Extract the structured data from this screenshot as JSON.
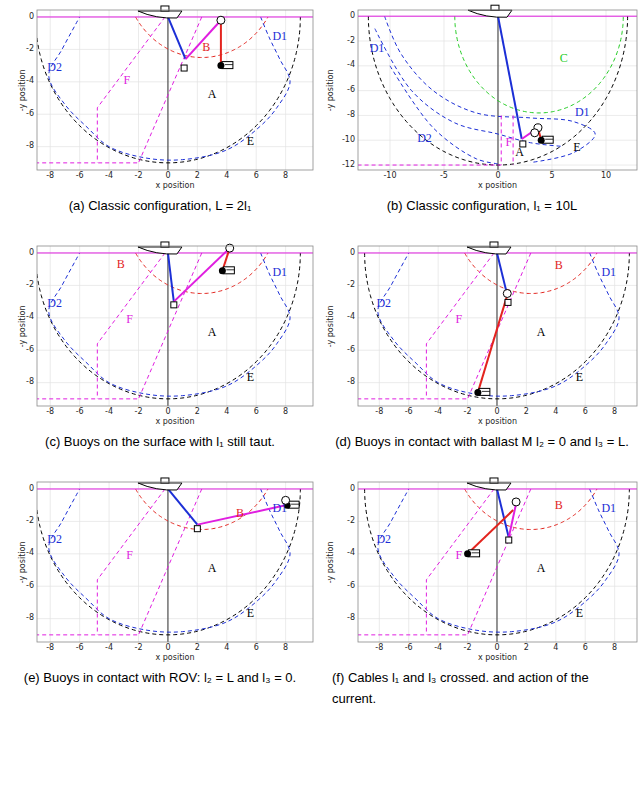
{
  "diagram": {
    "labels": [
      "0",
      "-2",
      "-4",
      "-6",
      "-8",
      "-8",
      "-6",
      "-4",
      "-2",
      "0",
      "2",
      "4",
      "6",
      "8",
      "x position",
      "-y position",
      "B",
      "D1",
      "D2",
      "F",
      "A",
      "E",
      "(a) Classic configuration, L = 2l₁",
      "0",
      "-2",
      "-4",
      "-6",
      "-8",
      "-10",
      "-12",
      "-10",
      "-5",
      "0",
      "5",
      "10",
      "x position",
      "-y position",
      "D1",
      "C",
      "D1",
      "D2",
      "F",
      "A",
      "E",
      "(b) Classic configuration, l₁ = 10L",
      "0",
      "-2",
      "-4",
      "-6",
      "-8",
      "-8",
      "-6",
      "-4",
      "-2",
      "0",
      "2",
      "4",
      "6",
      "8",
      "x position",
      "-y position",
      "B",
      "D1",
      "D2",
      "F",
      "A",
      "E",
      "(c) Buoys on the surface with l₁ still taut.",
      "0",
      "-2",
      "-4",
      "-6",
      "-8",
      "-8",
      "-6",
      "-4",
      "-2",
      "0",
      "2",
      "4",
      "6",
      "8",
      "x position",
      "-y position",
      "B",
      "D1",
      "D2",
      "F",
      "A",
      "E",
      "(d) Buoys in contact with ballast M l₂ = 0 and l₃ = L.",
      "0",
      "-2",
      "-4",
      "-6",
      "-8",
      "-8",
      "-6",
      "-4",
      "-2",
      "0",
      "2",
      "4",
      "6",
      "8",
      "x position",
      "-y position",
      "B",
      "D1",
      "D2",
      "F",
      "A",
      "E",
      "(e) Buoys in contact with ROV: l₂ = L and l₃ = 0.",
      "0",
      "-2",
      "-4",
      "-6",
      "-8",
      "-8",
      "-6",
      "-4",
      "-2",
      "0",
      "2",
      "4",
      "6",
      "8",
      "x position",
      "-y position",
      "B",
      "D1",
      "D2",
      "F",
      "A",
      "E",
      "(f) Cables l₁ and l₃ crossed. and action of the current."
    ]
  }
}
